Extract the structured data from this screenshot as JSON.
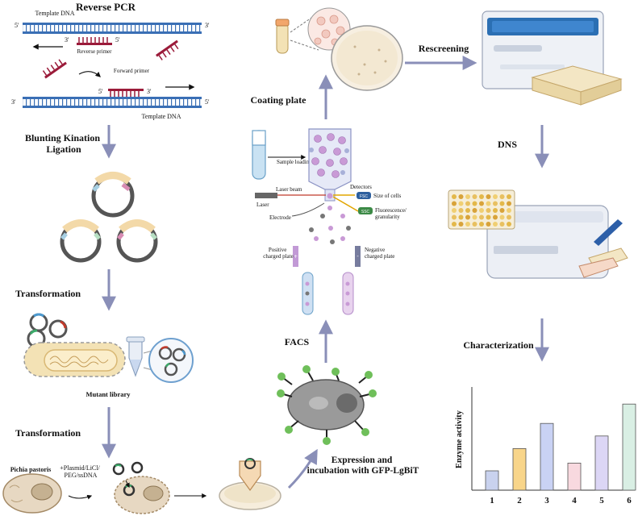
{
  "colors": {
    "dna_blue": "#3a6fb5",
    "primer_red": "#9b1b3a",
    "flow_arrow": "#8a8fb8",
    "cell_fill": "#e7d8c2",
    "purple_cell": "#c99ad6",
    "bar_1": "#c9d2ee",
    "bar_2": "#f8d58a",
    "bar_3": "#c9d2f4",
    "bar_4": "#f8d9df",
    "bar_5": "#dcd6f5",
    "bar_6": "#d9efe4"
  },
  "icons": [
    "petri-dish-icon",
    "sequencer-instrument-icon",
    "plate-reader-icon",
    "falcon-tube-icon",
    "eppendorf-tube-icon",
    "cell-icon",
    "plasmid-icon"
  ],
  "pcr": {
    "title": "Reverse PCR",
    "template_dna_top": "Template DNA",
    "template_dna_bottom": "Template DNA",
    "five_prime": "5'",
    "three_prime": "3'",
    "reverse_primer": "Reverse primer",
    "forward_primer": "Forward primer"
  },
  "steps": {
    "blunting": "Blunting Kination Ligation",
    "transformation_1": "Transformation",
    "mutant_library": "Mutant library",
    "transformation_2": "Transformation",
    "pichia": "Pichia pastoris",
    "plasmid_mix": "+Plasmid/LiCl/ PEG/ssDNA",
    "expression": "Expression and incubation with GFP-LgBiT",
    "facs": "FACS",
    "coating_plate": "Coating plate",
    "rescreening": "Rescreening",
    "dns": "DNS",
    "characterization": "Characterization"
  },
  "facs_diagram": {
    "sample_loading": "Sample loading",
    "laser_beam": "Laser beam",
    "laser": "Laser",
    "detectors": "Detectors",
    "fsc": "FSC",
    "ssc": "SSC",
    "size_of_cells": "Size of cells",
    "fluorescence": "Fluorescence/ granularity",
    "electrode": "Electrode",
    "positive_plate": "Positive charged plate",
    "negative_plate": "Negative charged plate",
    "plus": "+",
    "minus": "-"
  },
  "chart_data": {
    "type": "bar",
    "categories": [
      "1",
      "2",
      "3",
      "4",
      "5",
      "6"
    ],
    "values": [
      2,
      4.3,
      6.9,
      2.8,
      5.6,
      8.9
    ],
    "ylabel": "Enzyme activity",
    "xlabel": "",
    "ylim": [
      0,
      10
    ],
    "grid": false
  }
}
